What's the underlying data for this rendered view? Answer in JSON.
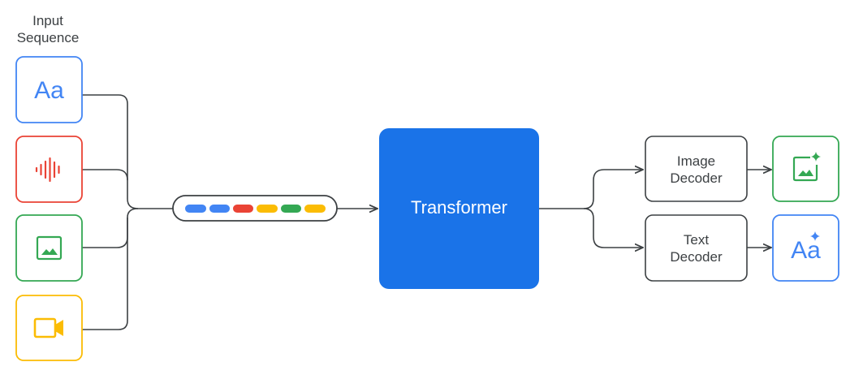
{
  "input": {
    "title_line1": "Input",
    "title_line2": "Sequence",
    "text_icon_label": "Aa"
  },
  "transformer": {
    "label": "Transformer"
  },
  "decoders": {
    "image": {
      "line1": "Image",
      "line2": "Decoder"
    },
    "text": {
      "line1": "Text",
      "line2": "Decoder"
    }
  },
  "outputs": {
    "text_icon_label": "Aa"
  },
  "icons": {
    "input_text": "text-aa-icon",
    "input_audio": "audio-waveform-icon",
    "input_image": "image-icon",
    "input_video": "video-camera-icon",
    "output_image": "generated-image-icon",
    "output_text": "generated-text-icon"
  },
  "colors": {
    "blue": "#4285F4",
    "red": "#EA4335",
    "yellow": "#FBBC04",
    "green": "#34A853",
    "transformer_fill": "#1A73E8",
    "line": "#3C4043",
    "text": "#3C4043"
  }
}
